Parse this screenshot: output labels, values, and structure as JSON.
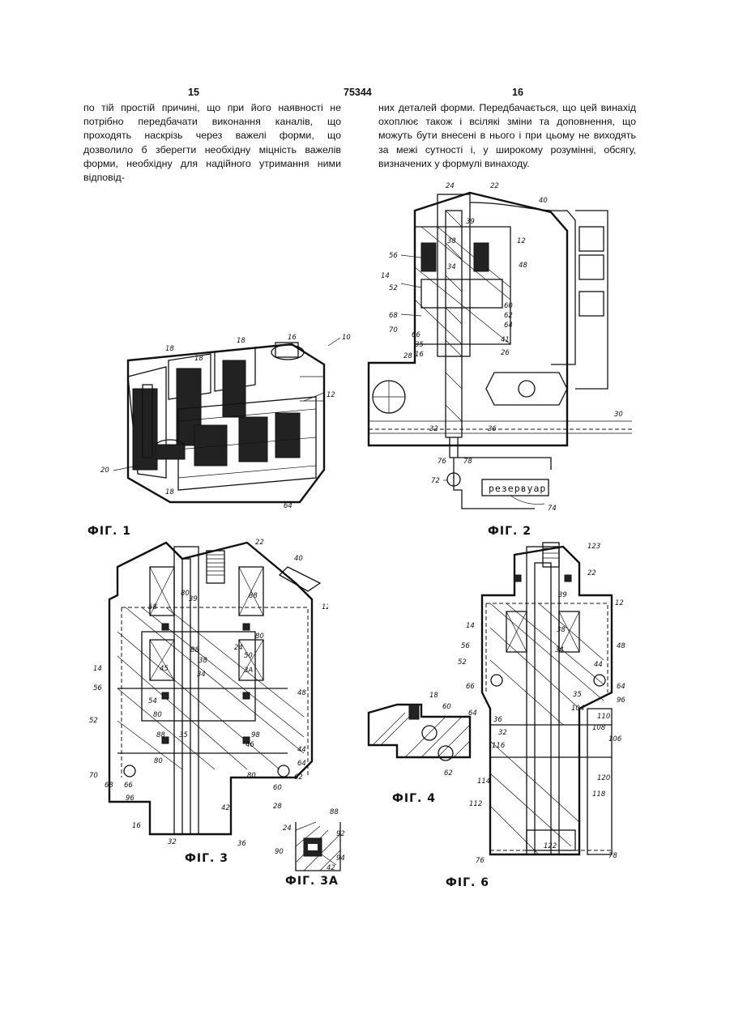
{
  "header": {
    "left_page": "15",
    "patent_number": "75344",
    "right_page": "16"
  },
  "text": {
    "left_column": "по тій простій причині, що при його наявності не потрібно передбачати виконання каналів, що проходять наскрізь через важелі форми, що дозволило б зберегти необхідну міцність важелів форми, необхідну для надійного утримання ними відповід-",
    "right_column": "них деталей форми. Передбачається, що цей винахід охоплює також і всілякі зміни та доповнення, що можуть бути внесені в нього і при цьому не виходять за межі сутності і, у широкому розумінні, обсягу, визначених у формулі винаходу."
  },
  "figures": {
    "fig1": {
      "caption": "ФІГ. 1",
      "labels": [
        "10",
        "12",
        "16",
        "18",
        "18",
        "18",
        "18",
        "20",
        "64"
      ]
    },
    "fig2": {
      "caption": "ФІГ. 2",
      "reservoir_label": "резервуар",
      "labels": [
        "24",
        "22",
        "40",
        "39",
        "12",
        "38",
        "56",
        "14",
        "34",
        "48",
        "52",
        "60",
        "62",
        "68",
        "70",
        "66",
        "64",
        "35",
        "16",
        "41",
        "28",
        "26",
        "30",
        "32",
        "36",
        "76",
        "78",
        "72",
        "74"
      ]
    },
    "fig3": {
      "caption": "ФІГ. 3",
      "labels": [
        "22",
        "40",
        "12",
        "58",
        "80",
        "39",
        "88",
        "80",
        "88",
        "24",
        "50",
        "3А",
        "45",
        "38",
        "34",
        "48",
        "14",
        "56",
        "54",
        "80",
        "52",
        "88",
        "35",
        "46",
        "98",
        "44",
        "64",
        "70",
        "80",
        "80",
        "62",
        "68",
        "66",
        "96",
        "60",
        "42",
        "28",
        "16",
        "32",
        "36"
      ]
    },
    "fig3a": {
      "caption": "ФІГ. 3А",
      "labels": [
        "88",
        "24",
        "92",
        "90",
        "94",
        "42"
      ]
    },
    "fig4": {
      "caption": "ФІГ. 4",
      "labels": [
        "18",
        "60",
        "64",
        "62"
      ]
    },
    "fig6": {
      "caption": "ФІГ. 6",
      "labels": [
        "123",
        "22",
        "39",
        "12",
        "14",
        "56",
        "38",
        "48",
        "52",
        "34",
        "44",
        "66",
        "35",
        "64",
        "96",
        "104",
        "110",
        "108",
        "106",
        "36",
        "32",
        "116",
        "120",
        "114",
        "118",
        "112",
        "122",
        "76",
        "78"
      ]
    }
  }
}
